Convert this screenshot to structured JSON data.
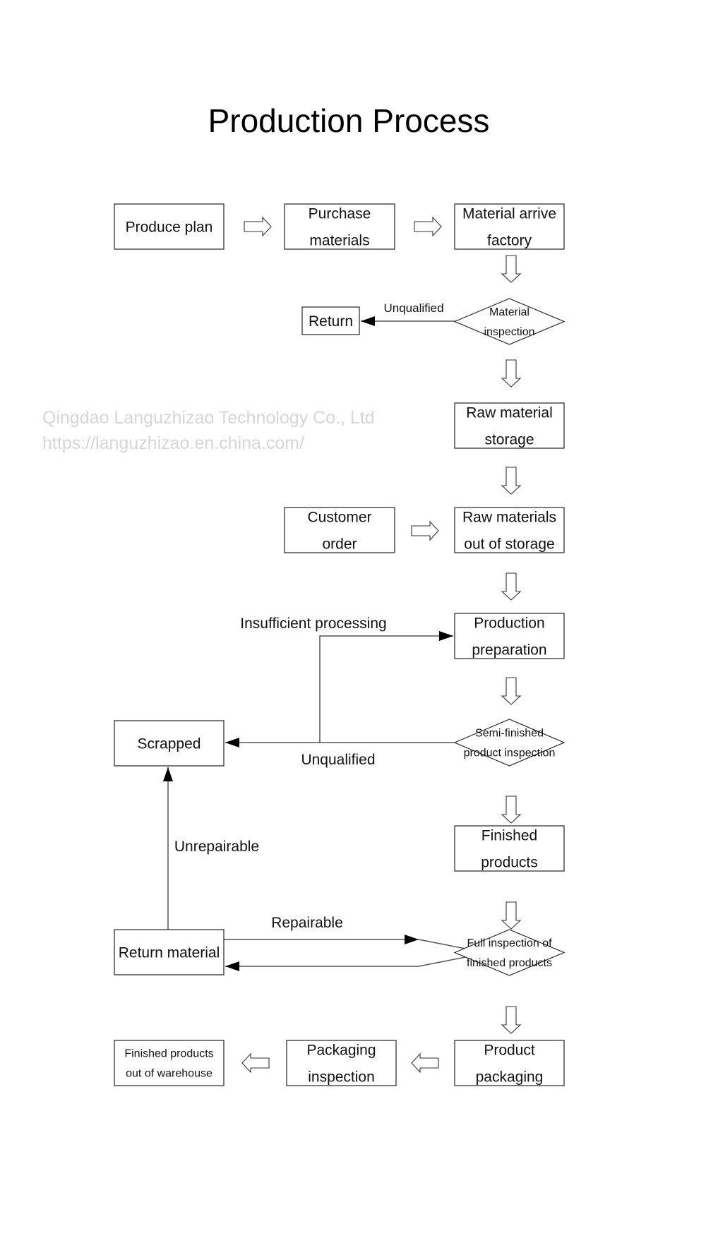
{
  "title": "Production Process",
  "nodes": {
    "produce_plan": [
      "Produce plan"
    ],
    "purchase_materials": [
      "Purchase",
      "materials"
    ],
    "material_arrive": [
      "Material arrive",
      "factory"
    ],
    "return": [
      "Return"
    ],
    "material_inspection": [
      "Material",
      "inspection"
    ],
    "raw_storage": [
      "Raw material",
      "storage"
    ],
    "customer_order": [
      "Customer",
      "order"
    ],
    "raw_out": [
      "Raw materials",
      "out of storage"
    ],
    "production_prep": [
      "Production",
      "preparation"
    ],
    "scrapped": [
      "Scrapped"
    ],
    "semi_inspection": [
      "Semi-finished",
      "product inspection"
    ],
    "finished_products": [
      "Finished",
      "products"
    ],
    "return_material": [
      "Return material"
    ],
    "full_inspection": [
      "Full inspection of",
      "finished products"
    ],
    "finished_out": [
      "Finished products",
      "out of warehouse"
    ],
    "packaging_inspection": [
      "Packaging",
      "inspection"
    ],
    "product_packaging": [
      "Product",
      "packaging"
    ]
  },
  "edge_labels": {
    "unqualified_return": "Unqualified",
    "insufficient": "Insufficient processing",
    "unqualified_scrap": "Unqualified",
    "unrepairable": "Unrepairable",
    "repairable": "Repairable"
  },
  "watermark": [
    "Qingdao Languzhizao Technology Co., Ltd",
    "https://languzhizao.en.china.com/"
  ]
}
